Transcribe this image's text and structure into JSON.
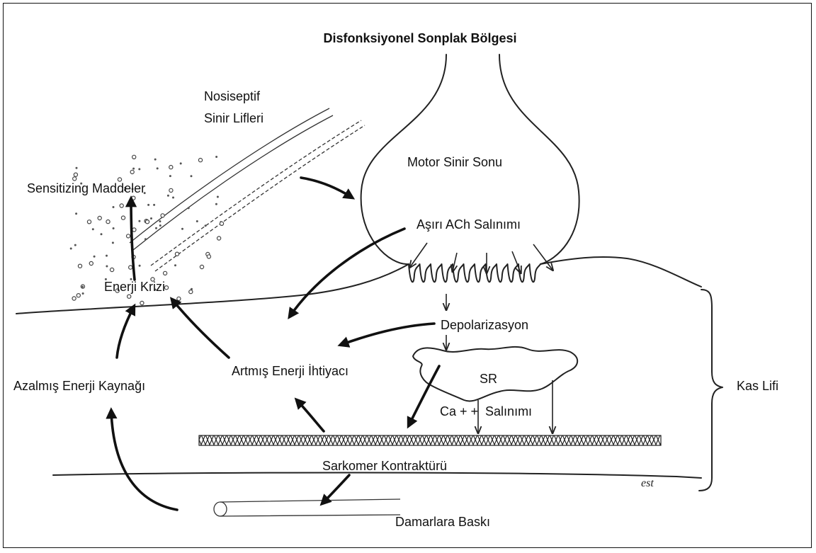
{
  "diagram": {
    "title": "Disfonksiyonel Sonplak Bölgesi",
    "labels": {
      "nociceptive": [
        "Nosiseptif",
        "Sinir Lifleri"
      ],
      "sensitizing": "Sensitizing Maddeler",
      "motor_ending": "Motor Sinir Sonu",
      "ach_release": "Aşırı ACh Salınımı",
      "energy_crisis": "Enerji Krizi",
      "depolarization": "Depolarizasyon",
      "increased_demand": "Artmış Enerji İhtiyacı",
      "sr": "SR",
      "reduced_supply": "Azalmış Enerji Kaynağı",
      "ca_release": "Ca + +  Salınımı",
      "muscle_fiber": "Kas Lifi",
      "sarcomere": "Sarkomer Kontraktürü",
      "vessel_compression": "Damarlara Baskı",
      "signature": "est"
    }
  }
}
